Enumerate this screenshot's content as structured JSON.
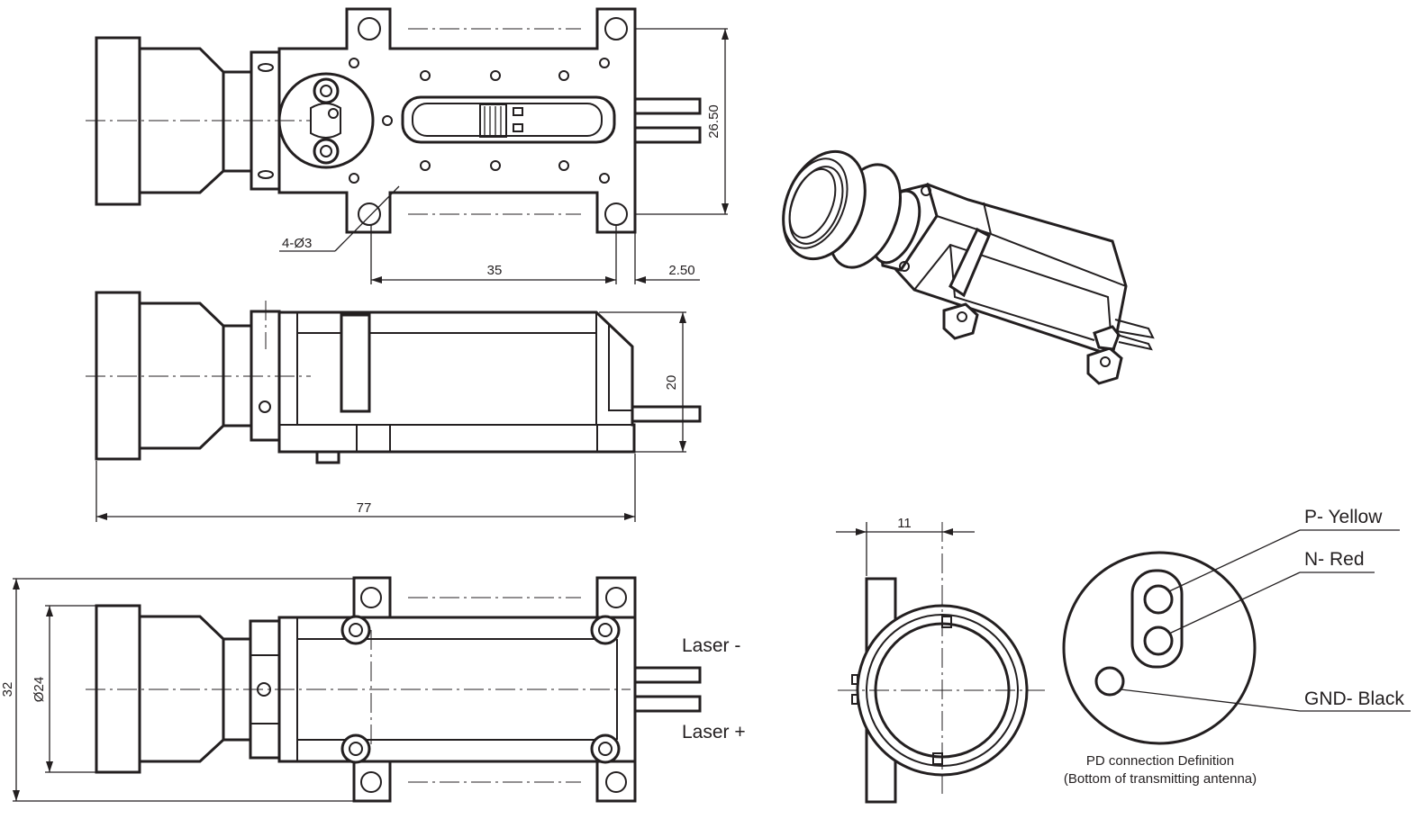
{
  "dimensions": {
    "height_top": "26.50",
    "holes": "4-Ø3",
    "length_35": "35",
    "offset_250": "2.50",
    "height_side": "20",
    "length_77": "77",
    "width_32": "32",
    "dia_24": "Ø24",
    "width_11": "11"
  },
  "labels": {
    "laser_minus": "Laser -",
    "laser_plus": "Laser +",
    "p_yellow": "P- Yellow",
    "n_red": "N- Red",
    "gnd_black": "GND- Black",
    "pd_title": "PD connection Definition",
    "pd_subtitle": "(Bottom of transmitting antenna)"
  },
  "colors": {
    "line": "#231f20",
    "background": "#ffffff"
  }
}
